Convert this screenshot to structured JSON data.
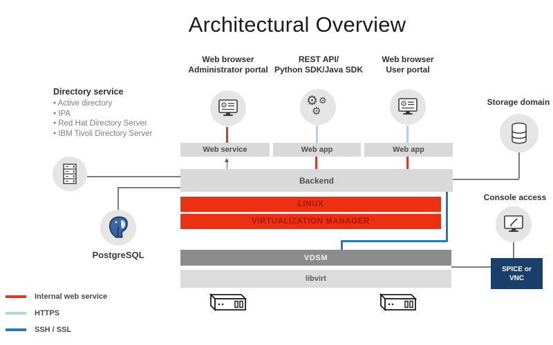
{
  "title": "Architectural Overview",
  "columns": [
    {
      "label_line1": "Web browser",
      "label_line2": "Administrator portal",
      "bar_label": "Web service"
    },
    {
      "label_line1": "REST API/",
      "label_line2": "Python SDK/Java SDK",
      "bar_label": "Web app"
    },
    {
      "label_line1": "Web browser",
      "label_line2": "User portal",
      "bar_label": "Web app"
    }
  ],
  "layers": {
    "backend": "Backend",
    "linux": "LINUX",
    "virtualization_manager": "VIRTUALIZATION MANAGER",
    "vdsm": "VDSM",
    "libvirt": "libvirt"
  },
  "directory_service": {
    "heading": "Directory service",
    "items": [
      "• Active directory",
      "• IPA",
      "• Red Hat Directory Server",
      "• IBM Tivoli Directory Server"
    ]
  },
  "postgresql": {
    "label": "PostgreSQL"
  },
  "storage_domain": {
    "label": "Storage domain"
  },
  "console_access": {
    "label": "Console access"
  },
  "spice": {
    "line1": "SPICE or",
    "line2": "VNC"
  },
  "legend": [
    {
      "label": "Internal web service",
      "color": "#d93a21"
    },
    {
      "label": "HTTPS",
      "color": "#aed4ee"
    },
    {
      "label": "SSH / SSL",
      "color": "#2878b8"
    }
  ],
  "colors": {
    "red_bar": "#ee3012",
    "red_bar_text": "#a01c03",
    "internal_web_service": "#d93a21",
    "https": "#aed4ee",
    "ssh_ssl": "#2878b8",
    "navy_box": "#1a3f6b",
    "bar_gray": "#d9d9d9",
    "vdsm_gray": "#8c8c8c",
    "libvirt_gray": "#dcdcdc"
  }
}
